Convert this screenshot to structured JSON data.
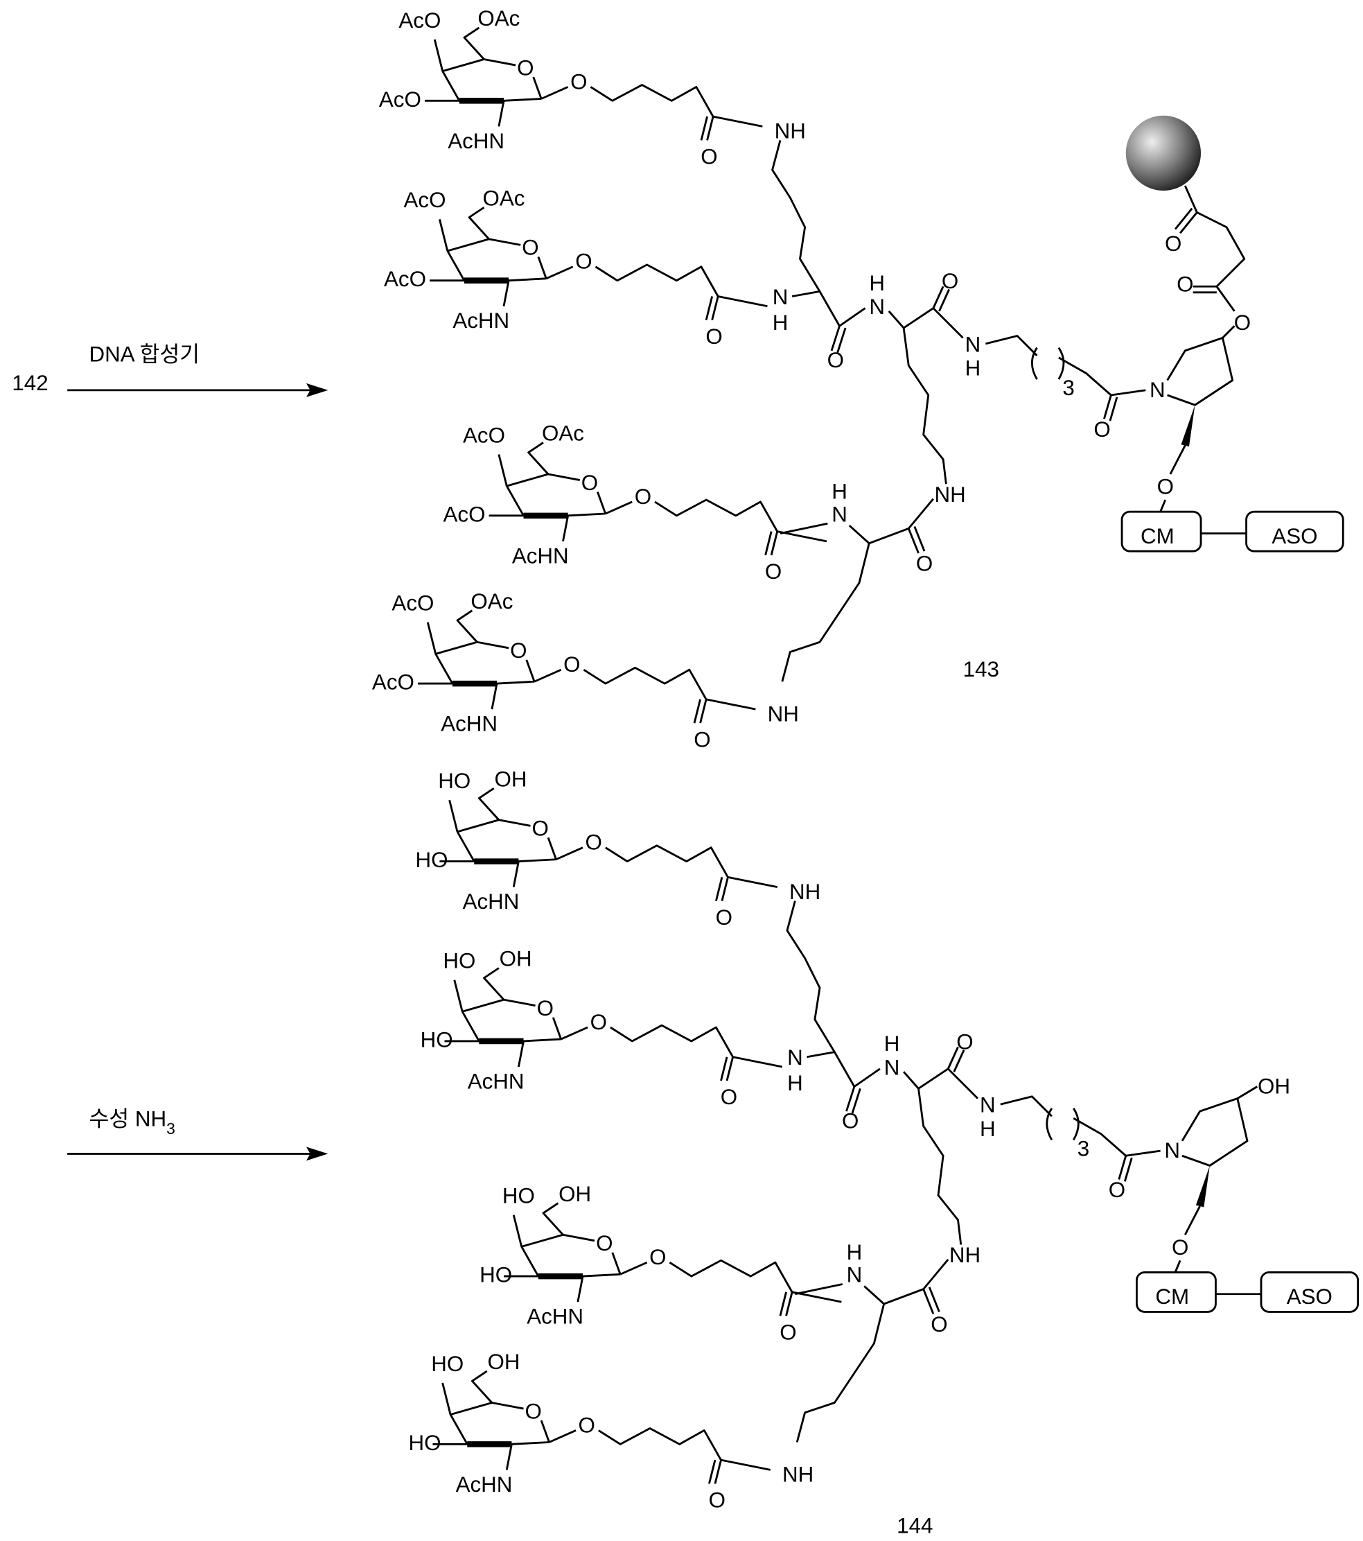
{
  "reactions": [
    {
      "start": "142",
      "reagent": "DNA 합성기",
      "product": "143"
    },
    {
      "reagent": "수성 NH",
      "reagent_subscript": "3",
      "product": "144"
    }
  ],
  "atoms": {
    "aco": "AcO",
    "oac": "OAc",
    "achn": "AcHN",
    "ho": "HO",
    "oh": "OH",
    "o": "O",
    "nh": "NH",
    "n": "N",
    "h": "H",
    "repeat": "3"
  },
  "blocks": {
    "cm": "CM",
    "aso": "ASO"
  },
  "colors": {
    "ink": "#000000",
    "resin": "#555555"
  }
}
